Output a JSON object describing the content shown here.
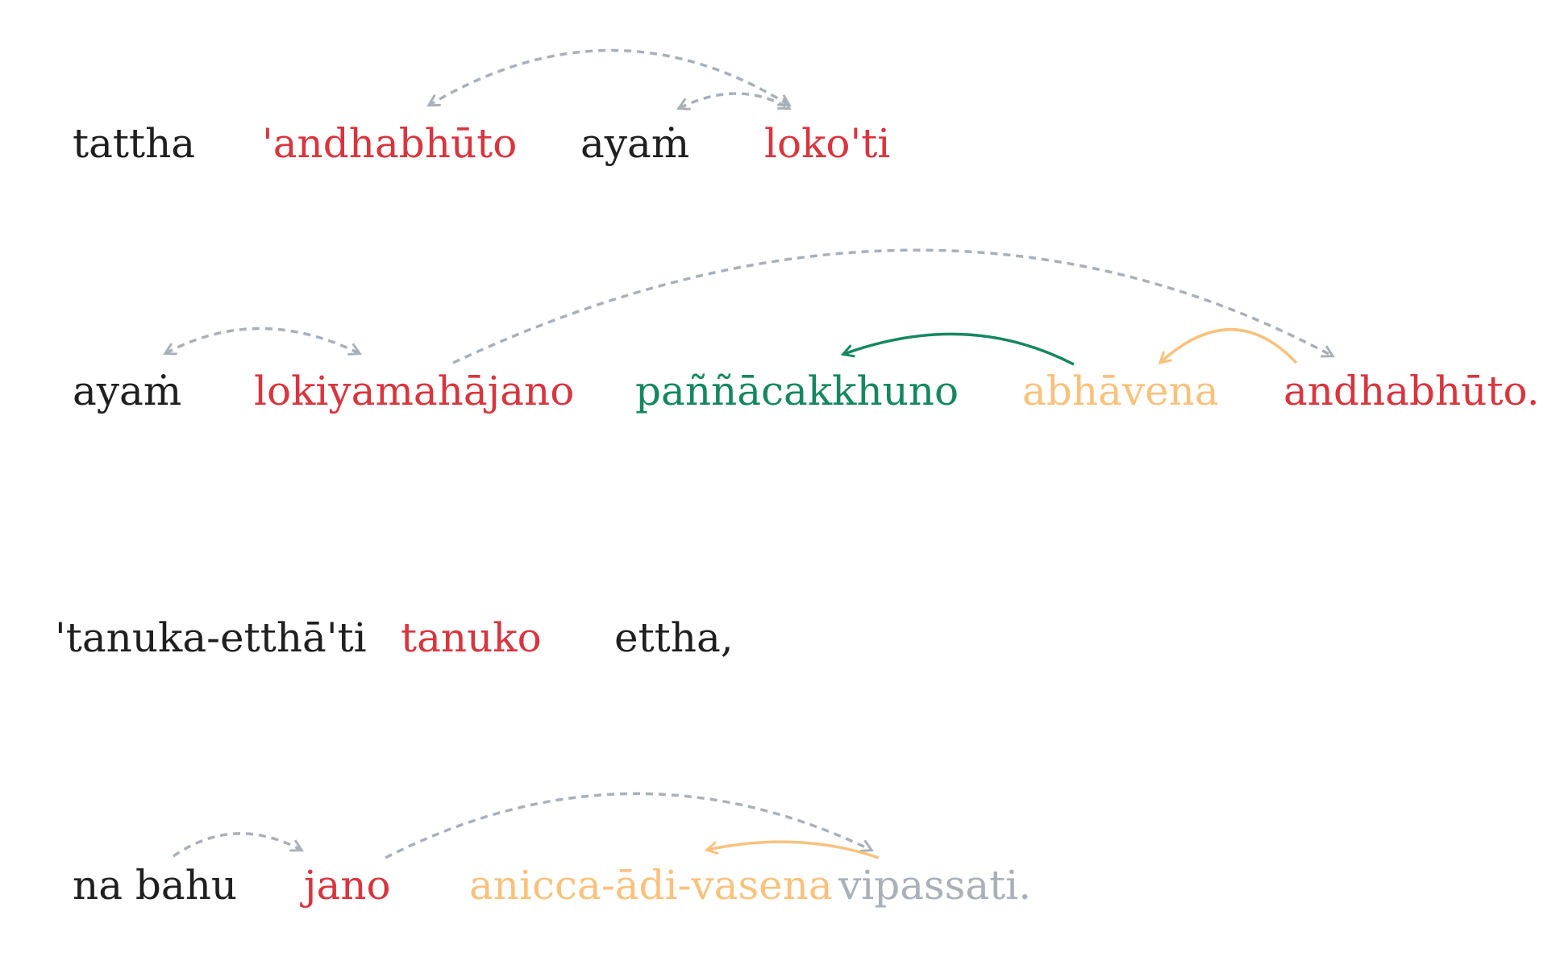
{
  "colors": {
    "black": "#1f1f1f",
    "red": "#d9353e",
    "green": "#15875f",
    "orange": "#f8c27d",
    "gray": "#a9b0b8"
  },
  "lines": [
    {
      "words": [
        {
          "id": "w1-1",
          "text": "tattha",
          "color": "black"
        },
        {
          "id": "w1-2",
          "text": "'andhabhūto",
          "color": "red"
        },
        {
          "id": "w1-3",
          "text": "ayaṁ",
          "color": "black"
        },
        {
          "id": "w1-4",
          "text": "loko'ti",
          "color": "red"
        }
      ]
    },
    {
      "words": [
        {
          "id": "w2-1",
          "text": "ayaṁ",
          "color": "black"
        },
        {
          "id": "w2-2",
          "text": "lokiyamahājano",
          "color": "red"
        },
        {
          "id": "w2-3",
          "text": "paññācakkhuno",
          "color": "green"
        },
        {
          "id": "w2-4",
          "text": "abhāvena",
          "color": "orange"
        },
        {
          "id": "w2-5",
          "text": "andhabhūto.",
          "color": "red"
        }
      ]
    },
    {
      "words": [
        {
          "id": "w3-1",
          "text": "'tanuka-etthā'ti",
          "color": "black"
        },
        {
          "id": "w3-2",
          "text": "tanuko",
          "color": "red"
        },
        {
          "id": "w3-3",
          "text": "ettha,",
          "color": "black"
        }
      ]
    },
    {
      "words": [
        {
          "id": "w4-1",
          "text": "na bahu",
          "color": "black"
        },
        {
          "id": "w4-2",
          "text": "jano",
          "color": "red"
        },
        {
          "id": "w4-3",
          "text": "anicca-ādi-vasena",
          "color": "orange"
        },
        {
          "id": "w4-4",
          "text": "vipassati.",
          "color": "gray"
        }
      ]
    }
  ],
  "relations": [
    {
      "from": "w1-4",
      "to": "w1-2",
      "style": "dashed",
      "color": "gray",
      "bidirectional": true
    },
    {
      "from": "w1-3",
      "to": "w1-4",
      "style": "dashed",
      "color": "gray",
      "bidirectional": true
    },
    {
      "from": "w2-1",
      "to": "w2-2",
      "style": "dashed",
      "color": "gray",
      "bidirectional": true
    },
    {
      "from": "w2-2",
      "to": "w2-5",
      "style": "dashed",
      "color": "gray",
      "bidirectional": false
    },
    {
      "from": "w2-4",
      "to": "w2-3",
      "style": "solid",
      "color": "green",
      "bidirectional": false
    },
    {
      "from": "w2-5",
      "to": "w2-4",
      "style": "solid",
      "color": "orange",
      "bidirectional": false
    },
    {
      "from": "w4-1",
      "to": "w4-2",
      "style": "dashed",
      "color": "gray",
      "bidirectional": false
    },
    {
      "from": "w4-2",
      "to": "w4-4",
      "style": "dashed",
      "color": "gray",
      "bidirectional": false
    },
    {
      "from": "w4-4",
      "to": "w4-3",
      "style": "solid",
      "color": "orange",
      "bidirectional": false
    }
  ]
}
